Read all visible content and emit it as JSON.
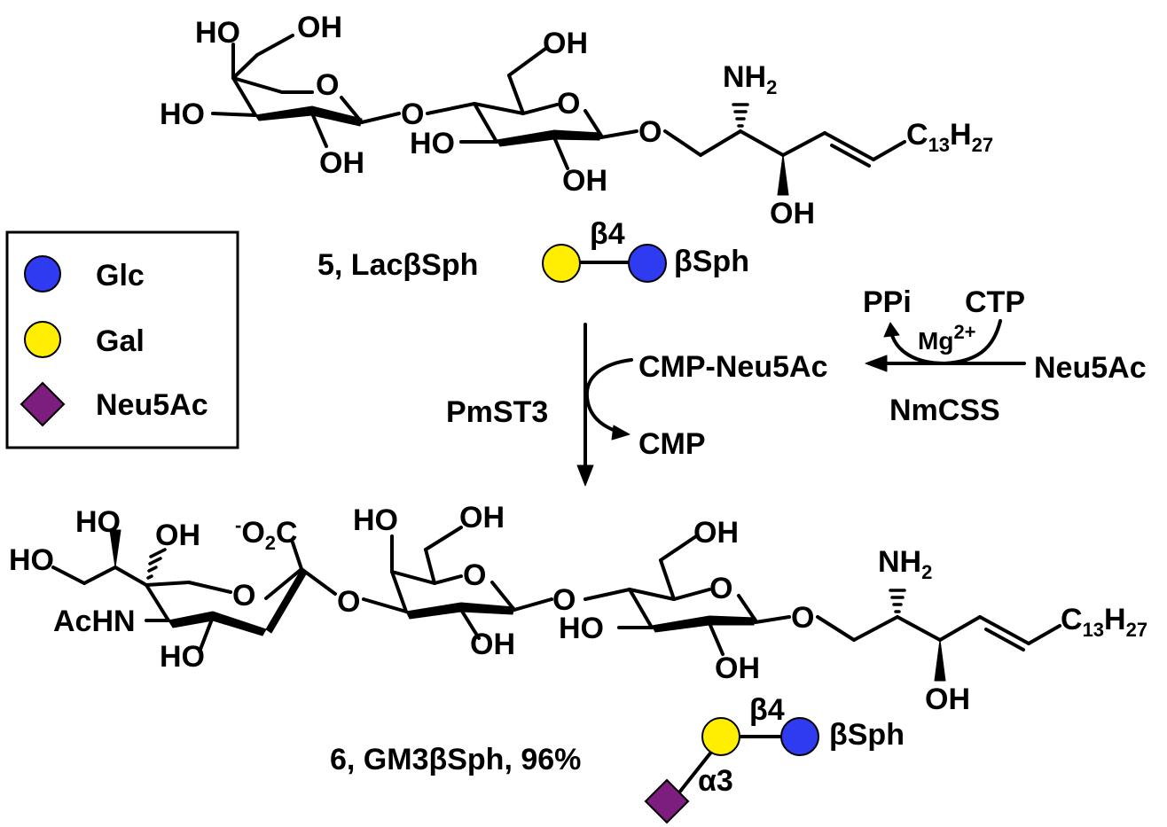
{
  "legend": {
    "items": [
      {
        "label": "Glc",
        "color": "#2e3bf0"
      },
      {
        "label": "Gal",
        "color": "#ffee00"
      },
      {
        "label": "Neu5Ac",
        "color": "#7d1e7f"
      }
    ]
  },
  "compound5": {
    "name": "5, LacβSph",
    "linkage": "β4",
    "aglycone": "βSph"
  },
  "compound6": {
    "name": "6, GM3βSph,  96%",
    "linkage_top": "β4",
    "linkage_bottom": "α3",
    "aglycone": "βSph"
  },
  "reaction": {
    "enzyme_main": "PmST3",
    "donor": "CMP-Neu5Ac",
    "byproduct": "CMP",
    "enzyme_side": "NmCSS",
    "substrate_side": "Neu5Ac",
    "cofactor": "Mg",
    "cofactor_charge": "2+",
    "reagent": "CTP",
    "release": "PPi"
  },
  "atoms": {
    "HO": "HO",
    "OH": "OH",
    "O": "O",
    "NH": "NH",
    "sub2": "2",
    "C": "C",
    "H": "H",
    "n13": "13",
    "n27": "27",
    "AcHN": "AcHN",
    "carboxylate_minus": "-",
    "carboxylate_O": "O",
    "carboxylate_C": "C"
  }
}
